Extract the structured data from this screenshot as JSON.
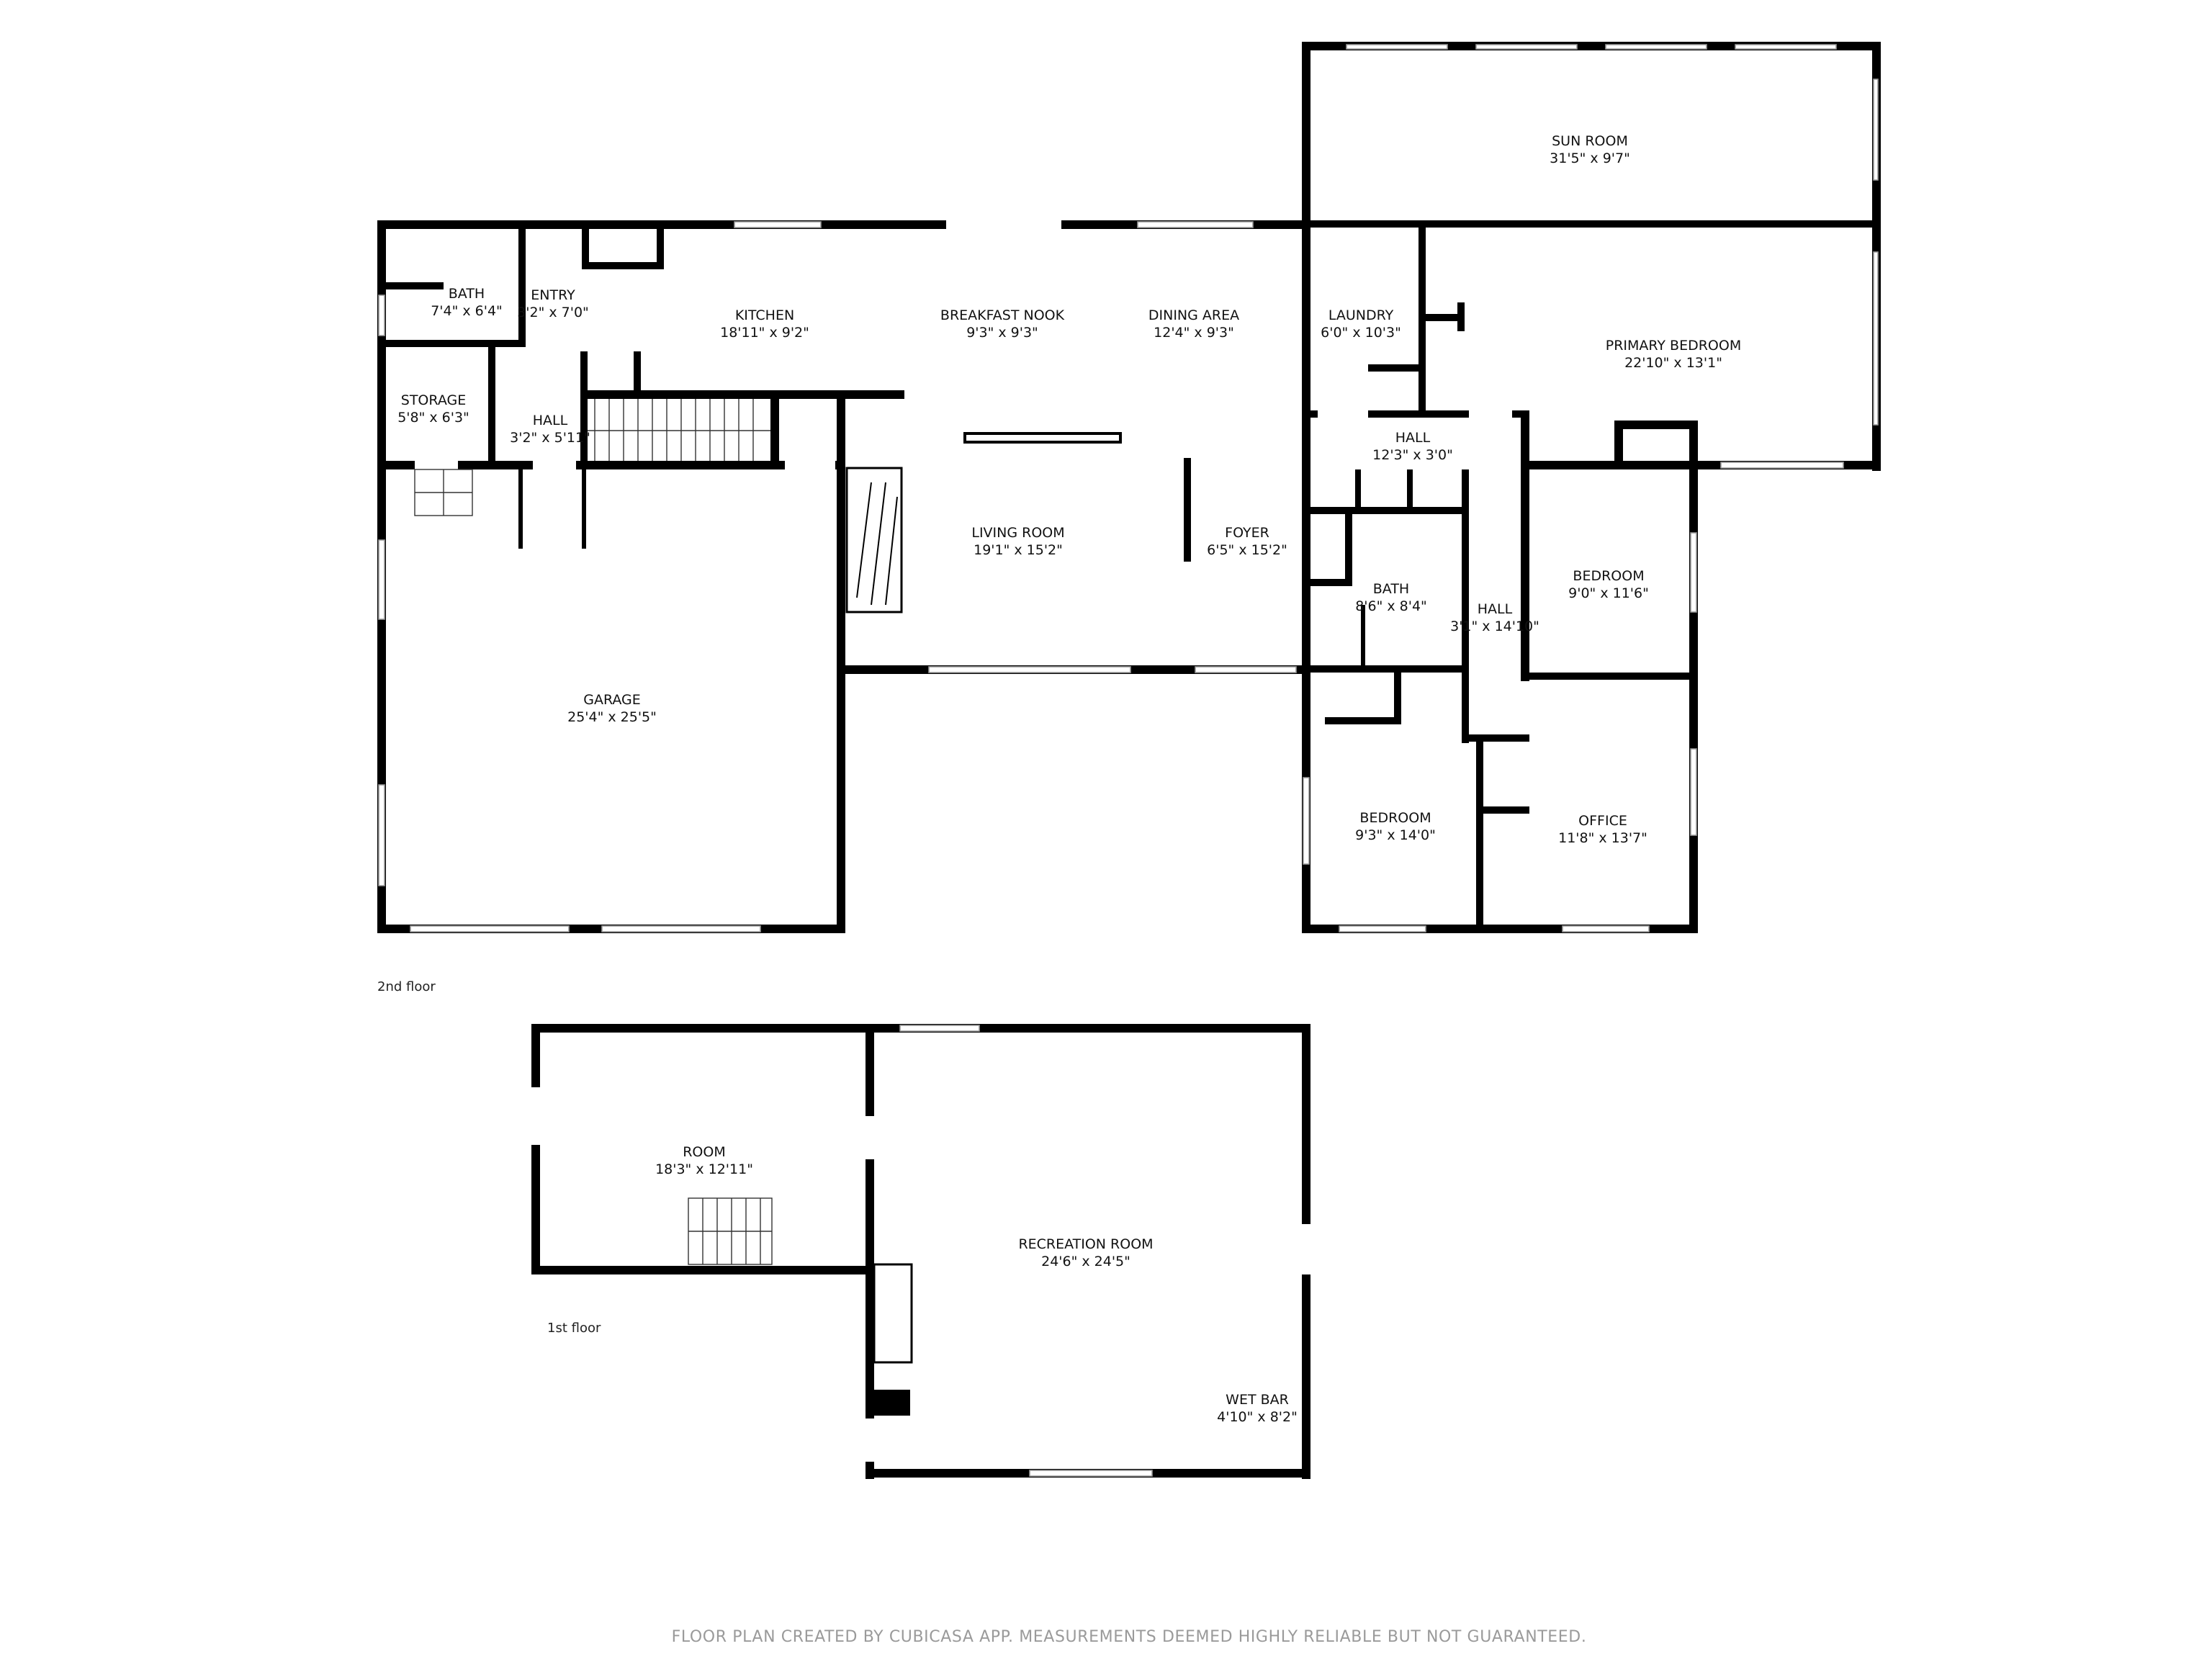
{
  "floors": [
    {
      "label": "2nd floor",
      "rooms": [
        {
          "name": "SUN ROOM",
          "dim": "31'5\" x 9'7\""
        },
        {
          "name": "BATH",
          "dim": "7'4\" x 6'4\""
        },
        {
          "name": "ENTRY",
          "dim": "3'2\" x 7'0\""
        },
        {
          "name": "KITCHEN",
          "dim": "18'11\" x 9'2\""
        },
        {
          "name": "BREAKFAST NOOK",
          "dim": "9'3\" x 9'3\""
        },
        {
          "name": "DINING AREA",
          "dim": "12'4\" x 9'3\""
        },
        {
          "name": "LAUNDRY",
          "dim": "6'0\" x 10'3\""
        },
        {
          "name": "PRIMARY BEDROOM",
          "dim": "22'10\" x 13'1\""
        },
        {
          "name": "STORAGE",
          "dim": "5'8\" x 6'3\""
        },
        {
          "name": "HALL",
          "dim": "3'2\" x 5'11\""
        },
        {
          "name": "HALL",
          "dim": "12'3\" x 3'0\""
        },
        {
          "name": "LIVING ROOM",
          "dim": "19'1\" x 15'2\""
        },
        {
          "name": "FOYER",
          "dim": "6'5\" x 15'2\""
        },
        {
          "name": "BEDROOM",
          "dim": "9'0\" x 11'6\""
        },
        {
          "name": "BATH",
          "dim": "8'6\" x 8'4\""
        },
        {
          "name": "HALL",
          "dim": "3'1\" x 14'10\""
        },
        {
          "name": "GARAGE",
          "dim": "25'4\" x 25'5\""
        },
        {
          "name": "BEDROOM",
          "dim": "9'3\" x 14'0\""
        },
        {
          "name": "OFFICE",
          "dim": "11'8\" x 13'7\""
        }
      ]
    },
    {
      "label": "1st floor",
      "rooms": [
        {
          "name": "ROOM",
          "dim": "18'3\" x 12'11\""
        },
        {
          "name": "RECREATION ROOM",
          "dim": "24'6\" x 24'5\""
        },
        {
          "name": "WET BAR",
          "dim": "4'10\" x 8'2\""
        }
      ]
    }
  ],
  "footer": "FLOOR PLAN CREATED BY CUBICASA APP. MEASUREMENTS DEEMED HIGHLY RELIABLE BUT NOT GUARANTEED.",
  "colors": {
    "wall": "#000000",
    "footer_text": "#9a9a9a"
  }
}
